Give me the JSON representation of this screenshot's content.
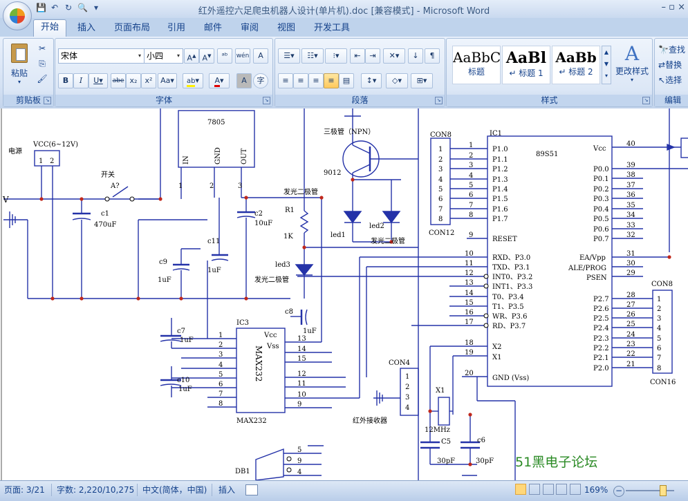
{
  "window": {
    "title": "红外遥控六足爬虫机器人设计(单片机).doc [兼容模式] - Microsoft Word",
    "controls": "–  ▫  ×"
  },
  "qat": {
    "save": "💾",
    "undo": "↶",
    "redo": "↻",
    "preview": "🔍",
    "more": "▾"
  },
  "tabs": [
    "开始",
    "插入",
    "页面布局",
    "引用",
    "邮件",
    "审阅",
    "视图",
    "开发工具"
  ],
  "ribbon": {
    "clipboard": {
      "label": "剪贴板",
      "paste": "粘贴"
    },
    "font": {
      "label": "字体",
      "font_name": "宋体",
      "font_size": "小四",
      "buttons_row1": [
        "A",
        "A",
        "Aa",
        "wén",
        "A"
      ],
      "buttons_row2": [
        "B",
        "I",
        "U",
        "abe",
        "x₂",
        "x²",
        "Aa",
        "ab",
        "A",
        "A",
        "字"
      ]
    },
    "paragraph": {
      "label": "段落"
    },
    "styles": {
      "label": "样式",
      "items": [
        {
          "preview": "AaBbC",
          "name": "标题"
        },
        {
          "preview": "AaBl",
          "name": "↵ 标题 1"
        },
        {
          "preview": "AaBb",
          "name": "↵ 标题 2"
        }
      ],
      "change": "更改样式"
    },
    "editing": {
      "label": "编辑",
      "find": "查找",
      "replace": "替换",
      "select": "选择"
    }
  },
  "schematic": {
    "labels": {
      "vcc": "VCC(6~12V)",
      "power": "电源",
      "switch": "开关",
      "switch_ref": "A?",
      "reg": "7805",
      "reg_in": "IN",
      "reg_gnd": "GND",
      "reg_out": "OUT",
      "c1": "c1",
      "c1_val": "470uF",
      "c2": "c2",
      "c2_val": "10uF",
      "c11": "c11",
      "c11_val": "1uF",
      "c9": "c9",
      "c9_val": "1uF",
      "r1": "R1",
      "r1_val": "1K",
      "led_lbl": "发光二极管",
      "led3": "led3",
      "led3_txt": "发光二极管",
      "transistor": "三极管（NPN）",
      "t9012": "9012",
      "led1": "led1",
      "led2": "led2",
      "led12_txt": "发光二极管",
      "c8": "c8",
      "c8_val": "1uF",
      "c7": "c7",
      "c7_val": "1uF",
      "c10": "c10",
      "c10_val": "1uF",
      "ic3": "IC3",
      "max232": "MAX232",
      "max232_name": "MAX232",
      "vcc_pin": "Vcc",
      "vss_pin": "Vss",
      "con8": "CON8",
      "con12": "CON12",
      "ic1": "IC1",
      "mcu": "89S51",
      "vcc_mcu": "Vcc",
      "reset": "RESET",
      "ea": "EA/Vpp",
      "ale": "ALE/PROG",
      "psen": "PSEN",
      "x2": "X2",
      "x1": "X1",
      "gnd": "GND (Vss)",
      "con4": "CON4",
      "ir": "红外接收器",
      "crystal": "X1",
      "freq": "12MHz",
      "c5": "C5",
      "c5_val": "30pF",
      "c6": "c6",
      "c6_val": "30pF",
      "con8b": "CON8",
      "con16": "CON16",
      "db1": "DB1",
      "v_left": "V"
    },
    "p1_pins": [
      "P1.0",
      "P1.1",
      "P1.2",
      "P1.3",
      "P1.4",
      "P1.5",
      "P1.6",
      "P1.7"
    ],
    "p0_pins": [
      "P0.0",
      "P0.1",
      "P0.2",
      "P0.3",
      "P0.4",
      "P0.5",
      "P0.6",
      "P0.7"
    ],
    "p0_nums": [
      "39",
      "38",
      "37",
      "36",
      "35",
      "34",
      "33",
      "32"
    ],
    "p3_pins": [
      "RXD、P3.0",
      "TXD、P3.1",
      "INT0、P3.2",
      "INT1、P3.3",
      "T0、P3.4",
      "T1、P3.5",
      "WR、P3.6",
      "RD、P3.7"
    ],
    "p3_nums": [
      "10",
      "11",
      "12",
      "13",
      "14",
      "15",
      "16",
      "17"
    ],
    "p2_pins": [
      "P2.7",
      "P2.6",
      "P2.5",
      "P2.4",
      "P2.3",
      "P2.2",
      "P2.1",
      "P2.0"
    ],
    "p2_nums": [
      "28",
      "27",
      "26",
      "25",
      "24",
      "23",
      "22",
      "21"
    ],
    "max_left": [
      "1",
      "2",
      "3",
      "4",
      "5",
      "6",
      "7",
      "8"
    ],
    "max_right": [
      "13",
      "14",
      "15",
      "12",
      "11",
      "10",
      "9"
    ]
  },
  "watermark": {
    "num": "51",
    "text": "黑电子论坛"
  },
  "status": {
    "page": "页面: 3/21",
    "words": "字数: 2,220/10,275",
    "lang": "中文(简体，中国)",
    "insert": "插入",
    "zoom": "169%"
  }
}
